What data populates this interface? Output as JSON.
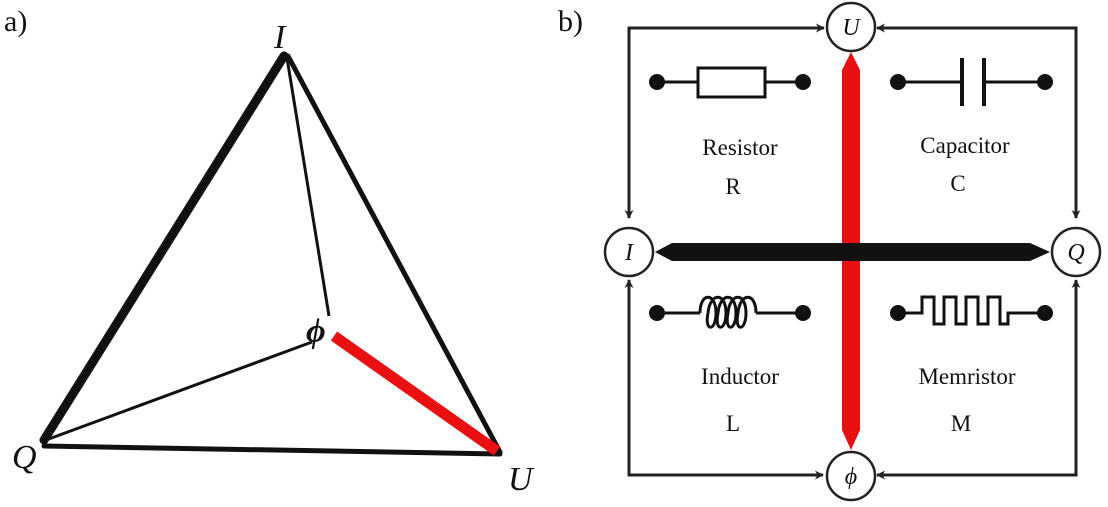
{
  "panels": {
    "a": {
      "label": "a)",
      "vertices": {
        "I": "I",
        "Q": "Q",
        "U": "U",
        "phi": "ϕ"
      }
    },
    "b": {
      "label": "b)",
      "nodes": {
        "U": "U",
        "I": "I",
        "Q": "Q",
        "phi": "ϕ"
      },
      "components": {
        "resistor": {
          "name": "Resistor",
          "symbol": "R"
        },
        "capacitor": {
          "name": "Capacitor",
          "symbol": "C"
        },
        "inductor": {
          "name": "Inductor",
          "symbol": "L"
        },
        "memristor": {
          "name": "Memristor",
          "symbol": "M"
        }
      }
    }
  },
  "colors": {
    "ink": "#111111",
    "highlight": "#e81010",
    "background": "#ffffff"
  }
}
